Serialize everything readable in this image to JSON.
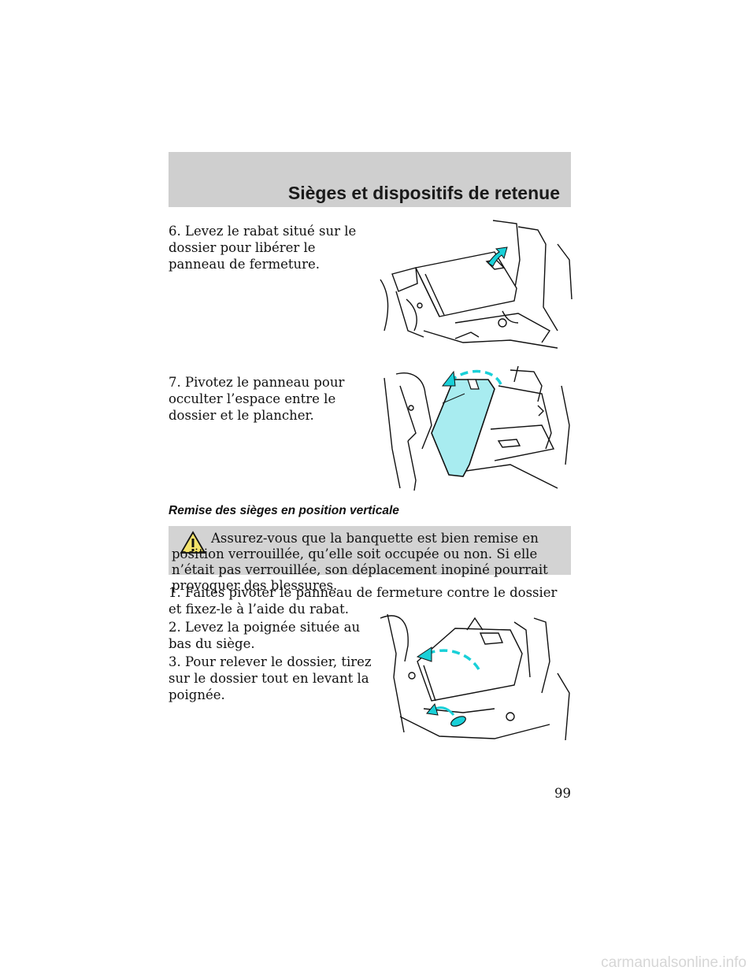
{
  "header": {
    "title": "Sièges et dispositifs de retenue"
  },
  "steps_fold": {
    "step6": "6. Levez le rabat situé sur le dossier pour libérer le panneau de fermeture.",
    "step7": "7. Pivotez le panneau pour occulter l’espace entre le dossier et le plancher."
  },
  "section": {
    "heading": "Remise des sièges en position verticale",
    "warning": "Assurez-vous que la banquette est bien remise en position verrouillée, qu’elle soit occupée ou non. Si elle n’était pas verrouillée, son déplacement inopiné pourrait provoquer des blessures.",
    "step1": "1. Faites pivoter le panneau de fermeture contre le dossier et fixez-le à l’aide du rabat.",
    "step2": "2. Levez la poignée située au bas du siège.",
    "step3": "3. Pour relever le dossier, tirez sur le dossier tout en levant la poignée."
  },
  "footer": {
    "page_number": "99",
    "watermark": "carmanualsonline.info"
  },
  "colors": {
    "header_band": "#cfcfcf",
    "warning_band": "#d3d3d3",
    "arrow_cyan": "#19d0d8",
    "panel_cyan": "#a8ecf0"
  },
  "icons": {
    "warning": "warning-triangle-icon"
  }
}
